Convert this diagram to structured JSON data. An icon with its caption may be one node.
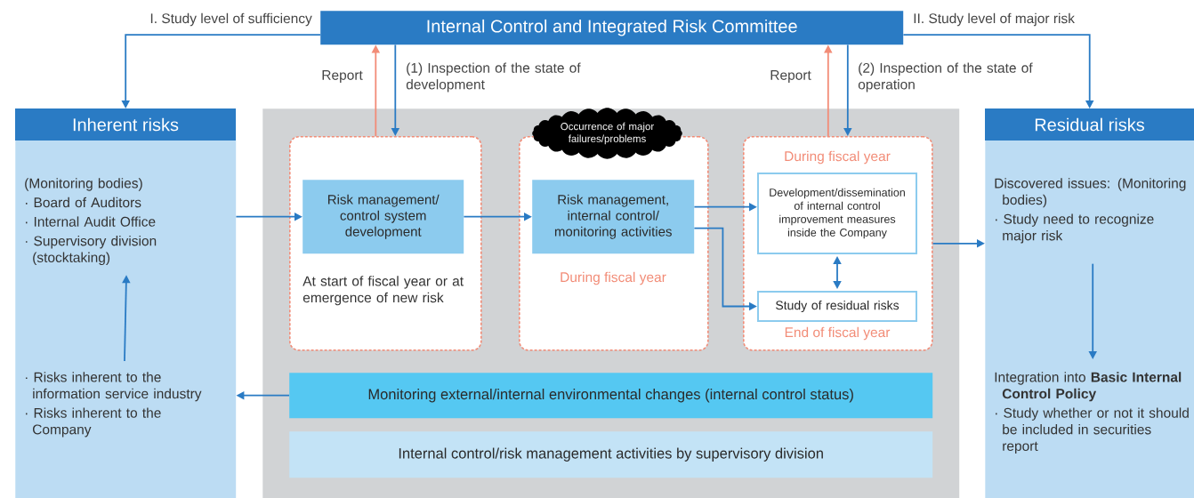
{
  "diagram": {
    "nodes": [
      {
        "text": [
          "Internal Control and Integrated Risk Committee"
        ]
      },
      {
        "text": [
          "Inherent risks"
        ]
      },
      {
        "text": [
          "(Monitoring bodies)",
          "· Board of Auditors",
          "· Internal Audit Office",
          "· Supervisory division (stocktaking)"
        ],
        "in": 1
      },
      {
        "text": [
          "· Risks inherent to the information service industry",
          "· Risks inherent to the Company"
        ],
        "in": 1
      },
      {
        "text": [],
        "shape": "box"
      },
      {
        "text": [
          "At start of fiscal year or at emergence of new risk"
        ],
        "in": 4
      },
      {
        "text": [
          "Risk management/ control system development"
        ],
        "in": 5
      },
      {
        "text": [
          "During fiscal year"
        ],
        "in": 4
      },
      {
        "text": [
          "Occurrence of major failures/problems"
        ],
        "in": 4
      },
      {
        "text": [
          "Risk management, internal control/ monitoring activities"
        ],
        "in": 7
      },
      {
        "text": [
          "During fiscal year",
          "End of fiscal year"
        ],
        "in": 4
      },
      {
        "text": [
          "Development/dissemination of internal control improvement measures inside the Company"
        ],
        "in": 10
      },
      {
        "text": [
          "Study of residual risks"
        ],
        "in": 10
      },
      {
        "text": [
          "Monitoring external/internal environmental changes (internal control status)"
        ],
        "in": 4
      },
      {
        "text": [
          "Internal control/risk management activities by supervisory division"
        ],
        "in": 4
      },
      {
        "text": [
          "Residual risks"
        ]
      },
      {
        "text": [
          "Discovered issues: (Monitoring bodies)",
          "· Study need to recognize major risk"
        ],
        "in": 15
      },
      {
        "text": [
          "Integration into **Basic Internal Control Policy**",
          "· Study whether or not it should be included in securities report"
        ],
        "in": 15
      }
    ],
    "edges": [
      {
        "from": 0,
        "to": 1,
        "arrow": "to",
        "label": "I. Study level of sufficiency"
      },
      {
        "from": 0,
        "to": 15,
        "arrow": "to",
        "label": "II. Study level of major risk"
      },
      {
        "from": 5,
        "to": 0,
        "arrow": "to",
        "label": "Report",
        "color": "#f28c77"
      },
      {
        "from": 0,
        "to": 5,
        "arrow": "to",
        "label": "(1) Inspection of the state of development"
      },
      {
        "from": 10,
        "to": 0,
        "arrow": "to",
        "label": "Report",
        "color": "#f28c77"
      },
      {
        "from": 0,
        "to": 10,
        "arrow": "to",
        "label": "(2) Inspection of the state of operation"
      },
      {
        "from": 1,
        "to": 6,
        "arrow": "to"
      },
      {
        "from": 6,
        "to": 9,
        "arrow": "to"
      },
      {
        "from": 9,
        "to": 11,
        "arrow": "to"
      },
      {
        "from": 9,
        "to": 12,
        "arrow": "to"
      },
      {
        "from": 11,
        "to": 12,
        "arrow": "both"
      },
      {
        "from": 10,
        "to": 15,
        "arrow": "to"
      },
      {
        "from": 3,
        "to": 2,
        "arrow": "to"
      },
      {
        "from": 16,
        "to": 17,
        "arrow": "to"
      },
      {
        "from": 13,
        "to": 1,
        "arrow": "to"
      }
    ]
  }
}
